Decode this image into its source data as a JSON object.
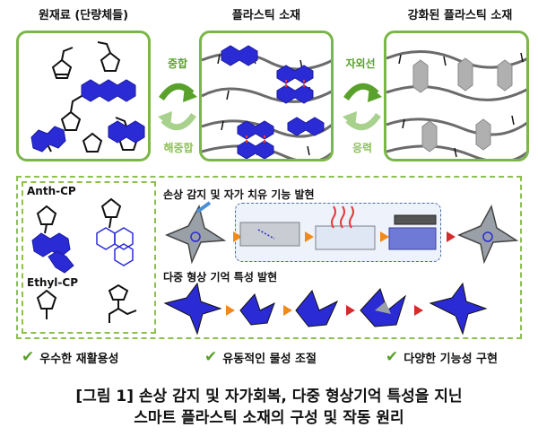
{
  "stages": {
    "monomer_title": "원재료 (단량체들)",
    "plastic_title": "플라스틱 소재",
    "reinforced_title": "강화된 플라스틱 소재"
  },
  "arrows": {
    "polymerization": "중합",
    "depolymerization": "해중합",
    "uv": "자외선",
    "stress": "응력"
  },
  "monomers": {
    "anth_label": "Anth-CP",
    "ethyl_label": "Ethyl-CP"
  },
  "features": {
    "healing_title": "손상 감지 및 자가 치유 기능 발현",
    "shape_memory_title": "다중 형상 기억 특성 발현"
  },
  "benefits": [
    "우수한 재활용성",
    "유동적인 물성 조절",
    "다양한 기능성 구현"
  ],
  "caption": {
    "line1": "[그림 1] 손상 감지 및 자가회복, 다중 형상기억 특성을 지닌",
    "line2": "스마트 플라스틱 소재의 구성 및 작동 원리"
  },
  "colors": {
    "accent_green": "#7ab648",
    "molecule_blue": "#2b2bd6",
    "crosslink_red": "#e23b3b",
    "arrow_orange": "#f08a1c",
    "arrow_red": "#d62b2b",
    "gray_chain": "#6b6b6b"
  }
}
